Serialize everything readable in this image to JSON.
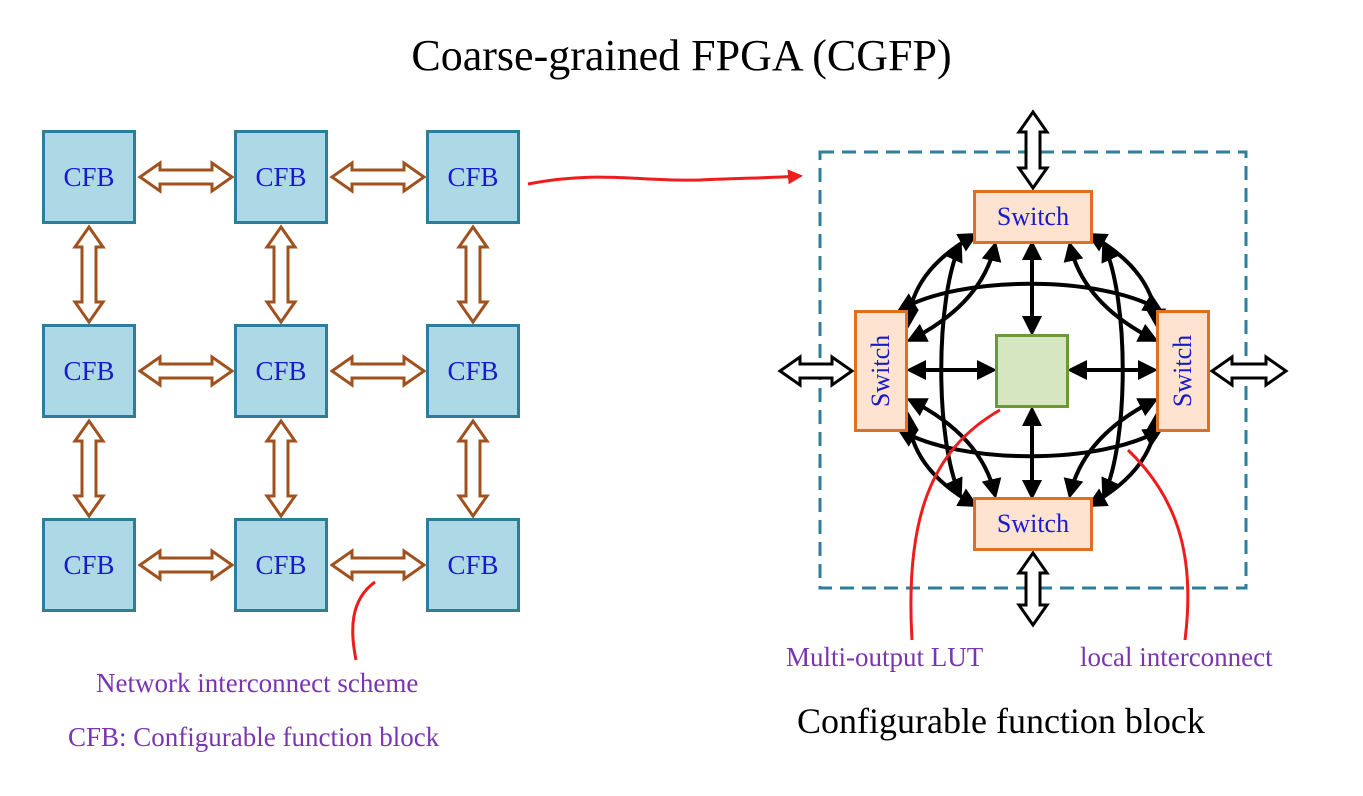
{
  "title": "Coarse-grained FPGA (CGFP)",
  "grid": {
    "cells": [
      "CFB",
      "CFB",
      "CFB",
      "CFB",
      "CFB",
      "CFB",
      "CFB",
      "CFB",
      "CFB"
    ],
    "caption_network": "Network  interconnect scheme",
    "caption_cfb": "CFB: Configurable  function  block"
  },
  "block": {
    "switch_top": "Switch",
    "switch_bottom": "Switch",
    "switch_left": "Switch",
    "switch_right": "Switch",
    "label_lut": "Multi-output LUT",
    "label_local": "local   interconnect",
    "caption": "Configurable function block"
  },
  "colors": {
    "cfb_fill": "#add8e6",
    "cfb_border": "#2e7d99",
    "arrow_brown": "#a0521e",
    "switch_fill": "#fde3d0",
    "switch_border": "#e07020",
    "lut_fill": "#d6e6c0",
    "callout_red": "#ee1c1c"
  }
}
